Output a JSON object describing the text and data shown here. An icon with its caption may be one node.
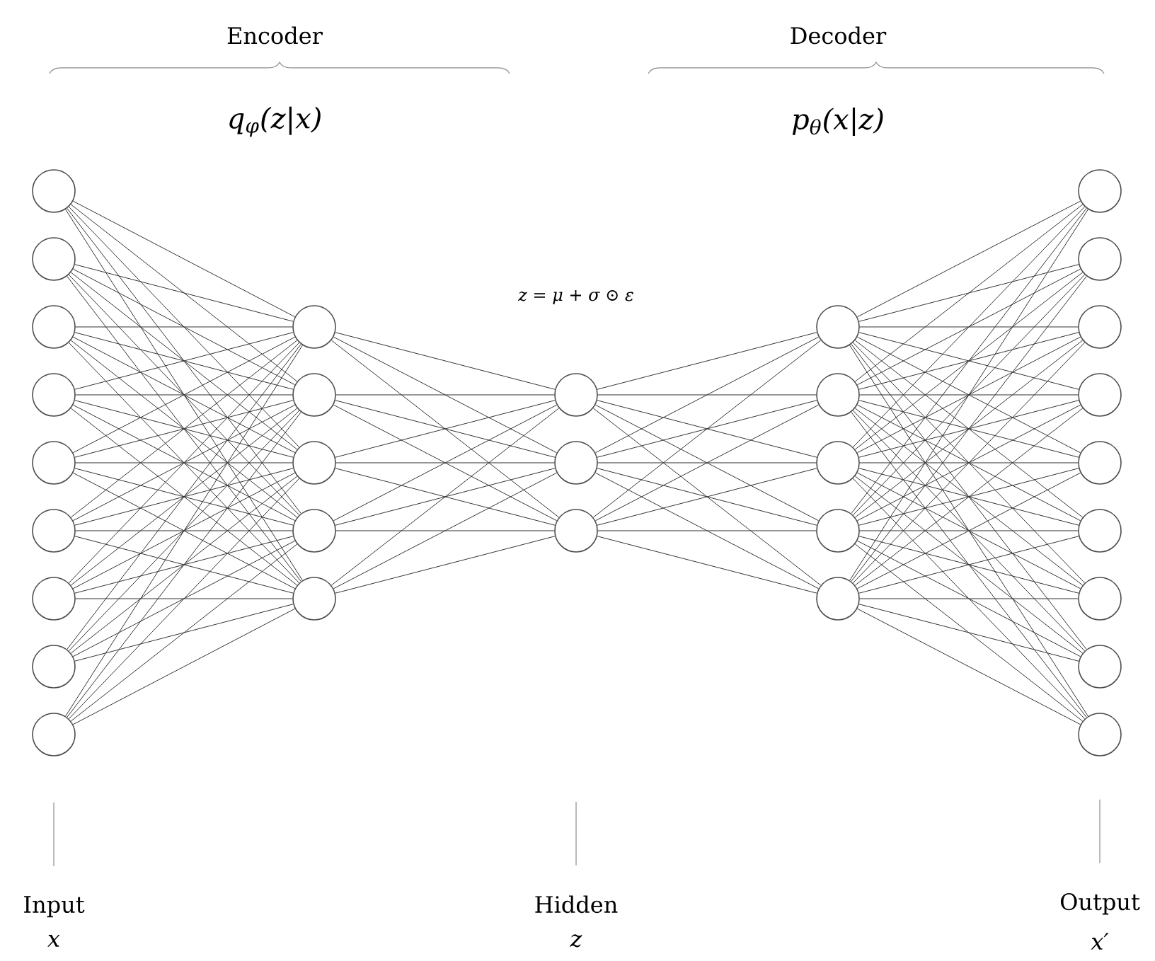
{
  "diagram": {
    "nodes": [
      {
        "text": [],
        "shape": "circle"
      },
      {
        "text": [],
        "shape": "circle"
      },
      {
        "text": [],
        "shape": "circle"
      },
      {
        "text": [],
        "shape": "circle"
      },
      {
        "text": [],
        "shape": "circle"
      },
      {
        "text": [],
        "shape": "circle"
      },
      {
        "text": [],
        "shape": "circle"
      },
      {
        "text": [],
        "shape": "circle"
      },
      {
        "text": [],
        "shape": "circle"
      },
      {
        "text": [],
        "shape": "circle"
      },
      {
        "text": [],
        "shape": "circle"
      },
      {
        "text": [],
        "shape": "circle"
      },
      {
        "text": [],
        "shape": "circle"
      },
      {
        "text": [],
        "shape": "circle"
      },
      {
        "text": [],
        "shape": "circle"
      },
      {
        "text": [],
        "shape": "circle"
      },
      {
        "text": [],
        "shape": "circle"
      },
      {
        "text": [],
        "shape": "circle"
      },
      {
        "text": [],
        "shape": "circle"
      },
      {
        "text": [],
        "shape": "circle"
      },
      {
        "text": [],
        "shape": "circle"
      },
      {
        "text": [],
        "shape": "circle"
      },
      {
        "text": [],
        "shape": "circle"
      },
      {
        "text": [],
        "shape": "circle"
      },
      {
        "text": [],
        "shape": "circle"
      },
      {
        "text": [],
        "shape": "circle"
      },
      {
        "text": [],
        "shape": "circle"
      },
      {
        "text": [],
        "shape": "circle"
      },
      {
        "text": [],
        "shape": "circle"
      },
      {
        "text": [],
        "shape": "circle"
      },
      {
        "text": [],
        "shape": "circle"
      },
      {
        "text": [
          "Input",
          "x"
        ]
      },
      {
        "text": [
          "Hidden",
          "z"
        ]
      },
      {
        "text": [
          "Output",
          "x′"
        ]
      }
    ],
    "edges": [
      {
        "from": 0,
        "to": 9,
        "arrow": "none"
      },
      {
        "from": 0,
        "to": 10,
        "arrow": "none"
      },
      {
        "from": 0,
        "to": 11,
        "arrow": "none"
      },
      {
        "from": 0,
        "to": 12,
        "arrow": "none"
      },
      {
        "from": 0,
        "to": 13,
        "arrow": "none"
      },
      {
        "from": 1,
        "to": 9,
        "arrow": "none"
      },
      {
        "from": 1,
        "to": 10,
        "arrow": "none"
      },
      {
        "from": 1,
        "to": 11,
        "arrow": "none"
      },
      {
        "from": 1,
        "to": 12,
        "arrow": "none"
      },
      {
        "from": 1,
        "to": 13,
        "arrow": "none"
      },
      {
        "from": 2,
        "to": 9,
        "arrow": "none"
      },
      {
        "from": 2,
        "to": 10,
        "arrow": "none"
      },
      {
        "from": 2,
        "to": 11,
        "arrow": "none"
      },
      {
        "from": 2,
        "to": 12,
        "arrow": "none"
      },
      {
        "from": 2,
        "to": 13,
        "arrow": "none"
      },
      {
        "from": 3,
        "to": 9,
        "arrow": "none"
      },
      {
        "from": 3,
        "to": 10,
        "arrow": "none"
      },
      {
        "from": 3,
        "to": 11,
        "arrow": "none"
      },
      {
        "from": 3,
        "to": 12,
        "arrow": "none"
      },
      {
        "from": 3,
        "to": 13,
        "arrow": "none"
      },
      {
        "from": 4,
        "to": 9,
        "arrow": "none"
      },
      {
        "from": 4,
        "to": 10,
        "arrow": "none"
      },
      {
        "from": 4,
        "to": 11,
        "arrow": "none"
      },
      {
        "from": 4,
        "to": 12,
        "arrow": "none"
      },
      {
        "from": 4,
        "to": 13,
        "arrow": "none"
      },
      {
        "from": 5,
        "to": 9,
        "arrow": "none"
      },
      {
        "from": 5,
        "to": 10,
        "arrow": "none"
      },
      {
        "from": 5,
        "to": 11,
        "arrow": "none"
      },
      {
        "from": 5,
        "to": 12,
        "arrow": "none"
      },
      {
        "from": 5,
        "to": 13,
        "arrow": "none"
      },
      {
        "from": 6,
        "to": 9,
        "arrow": "none"
      },
      {
        "from": 6,
        "to": 10,
        "arrow": "none"
      },
      {
        "from": 6,
        "to": 11,
        "arrow": "none"
      },
      {
        "from": 6,
        "to": 12,
        "arrow": "none"
      },
      {
        "from": 6,
        "to": 13,
        "arrow": "none"
      },
      {
        "from": 7,
        "to": 9,
        "arrow": "none"
      },
      {
        "from": 7,
        "to": 10,
        "arrow": "none"
      },
      {
        "from": 7,
        "to": 11,
        "arrow": "none"
      },
      {
        "from": 7,
        "to": 12,
        "arrow": "none"
      },
      {
        "from": 7,
        "to": 13,
        "arrow": "none"
      },
      {
        "from": 8,
        "to": 9,
        "arrow": "none"
      },
      {
        "from": 8,
        "to": 10,
        "arrow": "none"
      },
      {
        "from": 8,
        "to": 11,
        "arrow": "none"
      },
      {
        "from": 8,
        "to": 12,
        "arrow": "none"
      },
      {
        "from": 8,
        "to": 13,
        "arrow": "none"
      },
      {
        "from": 9,
        "to": 14,
        "arrow": "none"
      },
      {
        "from": 9,
        "to": 15,
        "arrow": "none"
      },
      {
        "from": 9,
        "to": 16,
        "arrow": "none"
      },
      {
        "from": 10,
        "to": 14,
        "arrow": "none"
      },
      {
        "from": 10,
        "to": 15,
        "arrow": "none"
      },
      {
        "from": 10,
        "to": 16,
        "arrow": "none"
      },
      {
        "from": 11,
        "to": 14,
        "arrow": "none"
      },
      {
        "from": 11,
        "to": 15,
        "arrow": "none"
      },
      {
        "from": 11,
        "to": 16,
        "arrow": "none"
      },
      {
        "from": 12,
        "to": 14,
        "arrow": "none"
      },
      {
        "from": 12,
        "to": 15,
        "arrow": "none"
      },
      {
        "from": 12,
        "to": 16,
        "arrow": "none"
      },
      {
        "from": 13,
        "to": 14,
        "arrow": "none"
      },
      {
        "from": 13,
        "to": 15,
        "arrow": "none"
      },
      {
        "from": 13,
        "to": 16,
        "arrow": "none"
      },
      {
        "from": 14,
        "to": 17,
        "arrow": "none"
      },
      {
        "from": 14,
        "to": 18,
        "arrow": "none"
      },
      {
        "from": 14,
        "to": 19,
        "arrow": "none"
      },
      {
        "from": 14,
        "to": 20,
        "arrow": "none"
      },
      {
        "from": 14,
        "to": 21,
        "arrow": "none"
      },
      {
        "from": 15,
        "to": 17,
        "arrow": "none"
      },
      {
        "from": 15,
        "to": 18,
        "arrow": "none"
      },
      {
        "from": 15,
        "to": 19,
        "arrow": "none"
      },
      {
        "from": 15,
        "to": 20,
        "arrow": "none"
      },
      {
        "from": 15,
        "to": 21,
        "arrow": "none"
      },
      {
        "from": 16,
        "to": 17,
        "arrow": "none"
      },
      {
        "from": 16,
        "to": 18,
        "arrow": "none"
      },
      {
        "from": 16,
        "to": 19,
        "arrow": "none"
      },
      {
        "from": 16,
        "to": 20,
        "arrow": "none"
      },
      {
        "from": 16,
        "to": 21,
        "arrow": "none"
      },
      {
        "from": 17,
        "to": 22,
        "arrow": "none"
      },
      {
        "from": 17,
        "to": 23,
        "arrow": "none"
      },
      {
        "from": 17,
        "to": 24,
        "arrow": "none"
      },
      {
        "from": 17,
        "to": 25,
        "arrow": "none"
      },
      {
        "from": 17,
        "to": 26,
        "arrow": "none"
      },
      {
        "from": 17,
        "to": 27,
        "arrow": "none"
      },
      {
        "from": 17,
        "to": 28,
        "arrow": "none"
      },
      {
        "from": 17,
        "to": 29,
        "arrow": "none"
      },
      {
        "from": 17,
        "to": 30,
        "arrow": "none"
      },
      {
        "from": 18,
        "to": 22,
        "arrow": "none"
      },
      {
        "from": 18,
        "to": 23,
        "arrow": "none"
      },
      {
        "from": 18,
        "to": 24,
        "arrow": "none"
      },
      {
        "from": 18,
        "to": 25,
        "arrow": "none"
      },
      {
        "from": 18,
        "to": 26,
        "arrow": "none"
      },
      {
        "from": 18,
        "to": 27,
        "arrow": "none"
      },
      {
        "from": 18,
        "to": 28,
        "arrow": "none"
      },
      {
        "from": 18,
        "to": 29,
        "arrow": "none"
      },
      {
        "from": 18,
        "to": 30,
        "arrow": "none"
      },
      {
        "from": 19,
        "to": 22,
        "arrow": "none"
      },
      {
        "from": 19,
        "to": 23,
        "arrow": "none"
      },
      {
        "from": 19,
        "to": 24,
        "arrow": "none"
      },
      {
        "from": 19,
        "to": 25,
        "arrow": "none"
      },
      {
        "from": 19,
        "to": 26,
        "arrow": "none"
      },
      {
        "from": 19,
        "to": 27,
        "arrow": "none"
      },
      {
        "from": 19,
        "to": 28,
        "arrow": "none"
      },
      {
        "from": 19,
        "to": 29,
        "arrow": "none"
      },
      {
        "from": 19,
        "to": 30,
        "arrow": "none"
      },
      {
        "from": 20,
        "to": 22,
        "arrow": "none"
      },
      {
        "from": 20,
        "to": 23,
        "arrow": "none"
      },
      {
        "from": 20,
        "to": 24,
        "arrow": "none"
      },
      {
        "from": 20,
        "to": 25,
        "arrow": "none"
      },
      {
        "from": 20,
        "to": 26,
        "arrow": "none"
      },
      {
        "from": 20,
        "to": 27,
        "arrow": "none"
      },
      {
        "from": 20,
        "to": 28,
        "arrow": "none"
      },
      {
        "from": 20,
        "to": 29,
        "arrow": "none"
      },
      {
        "from": 20,
        "to": 30,
        "arrow": "none"
      },
      {
        "from": 21,
        "to": 22,
        "arrow": "none"
      },
      {
        "from": 21,
        "to": 23,
        "arrow": "none"
      },
      {
        "from": 21,
        "to": 24,
        "arrow": "none"
      },
      {
        "from": 21,
        "to": 25,
        "arrow": "none"
      },
      {
        "from": 21,
        "to": 26,
        "arrow": "none"
      },
      {
        "from": 21,
        "to": 27,
        "arrow": "none"
      },
      {
        "from": 21,
        "to": 28,
        "arrow": "none"
      },
      {
        "from": 21,
        "to": 29,
        "arrow": "none"
      },
      {
        "from": 21,
        "to": 30,
        "arrow": "none"
      },
      {
        "from": 31,
        "to": null,
        "arrow": "none"
      },
      {
        "from": 32,
        "to": null,
        "arrow": "none"
      },
      {
        "from": 33,
        "to": null,
        "arrow": "none"
      }
    ],
    "labels": [
      "Encoder",
      "q$_{φ}$(z|x)",
      "Decoder",
      "p$_{θ}$(x|z)",
      "z = μ + σ ⊙ ε"
    ]
  }
}
